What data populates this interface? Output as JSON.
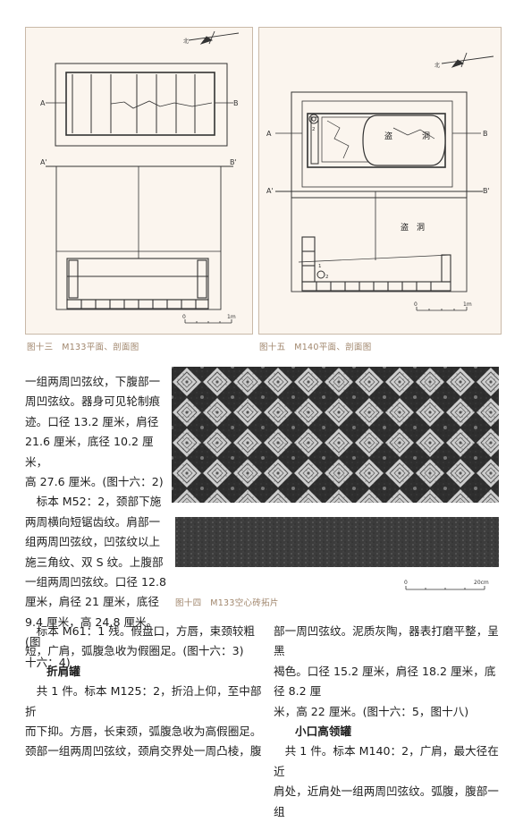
{
  "figures": {
    "fig13": {
      "caption": "图十三　M133平面、剖面图",
      "label_a": "A",
      "label_b": "B",
      "label_a2": "A'",
      "label_b2": "B'",
      "north": "北",
      "scale_0": "0",
      "scale_1": "1m"
    },
    "fig15": {
      "caption": "图十五　M140平面、剖面图",
      "label_a": "A",
      "label_b": "B",
      "label_a2": "A'",
      "label_b2": "B'",
      "north": "北",
      "robbery_hole": "盗",
      "robbery_hole_2": "洞",
      "robbery_hole_section": "盗　洞",
      "item_1": "1",
      "item_2": "2",
      "scale_0": "0",
      "scale_1": "1m"
    },
    "fig14": {
      "caption": "图十四　M133空心砖拓片",
      "scale_0": "0",
      "scale_20": "20cm"
    }
  },
  "left_column": [
    "一组两周凹弦纹，下腹部一",
    "周凹弦纹。器身可见轮制痕",
    "迹。口径 13.2 厘米，肩径",
    "21.6 厘米，底径 10.2 厘米，",
    "高 27.6 厘米。(图十六：2)",
    "　标本 M52：2，颈部下施",
    "两周横向短锯齿纹。肩部一",
    "组两周凹弦纹，凹弦纹以上",
    "施三角纹、双 S 纹。上腹部",
    "一组两周凹弦纹。口径 12.8",
    "厘米，肩径 21 厘米，底径",
    "9.4 厘米，高 24.8 厘米。(图",
    "十六：4)"
  ],
  "bottom_left": {
    "p1_l1": "　标本 M61：1 残。假盘口，方唇，束颈较粗",
    "p1_l2": "短，广肩，弧腹急收为假圈足。(图十六：3)",
    "heading": "折肩罐",
    "p2_l1": "　共 1 件。标本 M125：2，折沿上仰，至中部折",
    "p2_l2": "而下抑。方唇，长束颈，弧腹急收为高假圈足。",
    "p2_l3": "颈部一组两周凹弦纹，颈肩交界处一周凸棱，腹"
  },
  "bottom_right": {
    "l1": "部一周凹弦纹。泥质灰陶，器表打磨平整，呈黑",
    "l2": "褐色。口径 15.2 厘米，肩径 18.2 厘米，底径 8.2 厘",
    "l3": "米，高 22 厘米。(图十六：5，图十八)",
    "heading": "小口高领罐",
    "l4": "　共 1 件。标本 M140：2，广肩，最大径在近",
    "l5": "肩处，近肩处一组两周凹弦纹。弧腹，腹部一组"
  }
}
